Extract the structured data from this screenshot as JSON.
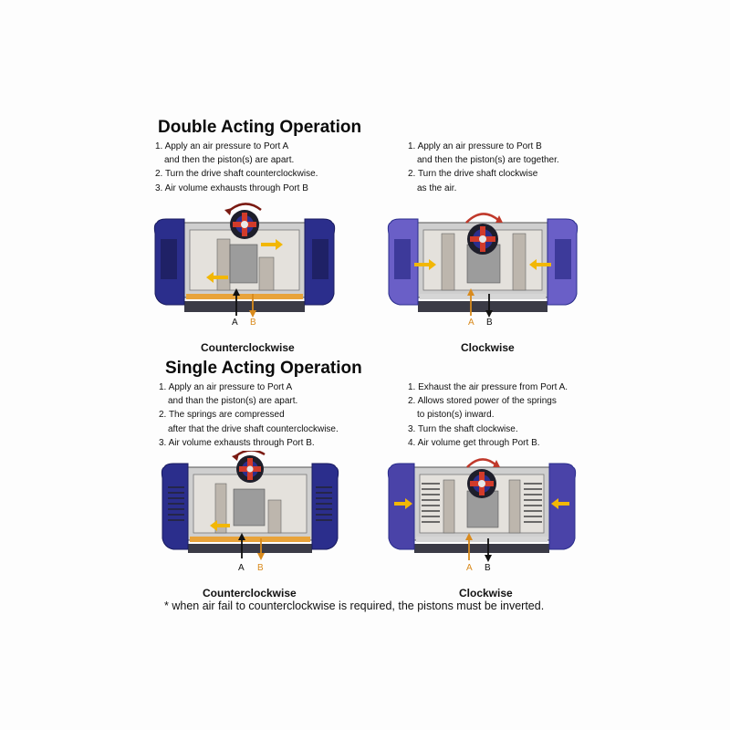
{
  "double": {
    "title": "Double Acting Operation",
    "left_steps": [
      "1. Apply an air pressure to Port A",
      "and then the piston(s) are apart.",
      "2. Turn the drive shaft counterclockwise.",
      "3. Air volume exhausts through Port B"
    ],
    "right_steps": [
      "1. Apply an air pressure to Port B",
      "and then the piston(s) are together.",
      "2. Turn the drive shaft clockwise",
      "as the air."
    ],
    "left_caption": "Counterclockwise",
    "right_caption": "Clockwise"
  },
  "single": {
    "title": "Single Acting Operation",
    "left_steps": [
      "1. Apply an air pressure to Port A",
      "and than the piston(s) are apart.",
      "2. The springs are compressed",
      "after that the drive shaft counterclockwise.",
      "3. Air volume exhausts through Port B."
    ],
    "right_steps": [
      "1. Exhaust the air pressure from Port A.",
      "2. Allows stored power of the springs",
      "to piston(s) inward.",
      "3. Turn the shaft clockwise.",
      "4. Air volume get through Port B."
    ],
    "left_caption": "Counterclockwise",
    "right_caption": "Clockwise"
  },
  "ports": {
    "a": "A",
    "b": "B"
  },
  "footnote": "* when air fail to counterclockwise is required, the pistons must be inverted.",
  "colors": {
    "end_cap": "#2b2e8c",
    "end_cap_light": "#6a5fc7",
    "body": "#c9c9c9",
    "flow_arrow": "#f2b705",
    "port_a": "#111111",
    "port_b": "#d98a1c",
    "rotation_arrow": "#c0392b"
  }
}
